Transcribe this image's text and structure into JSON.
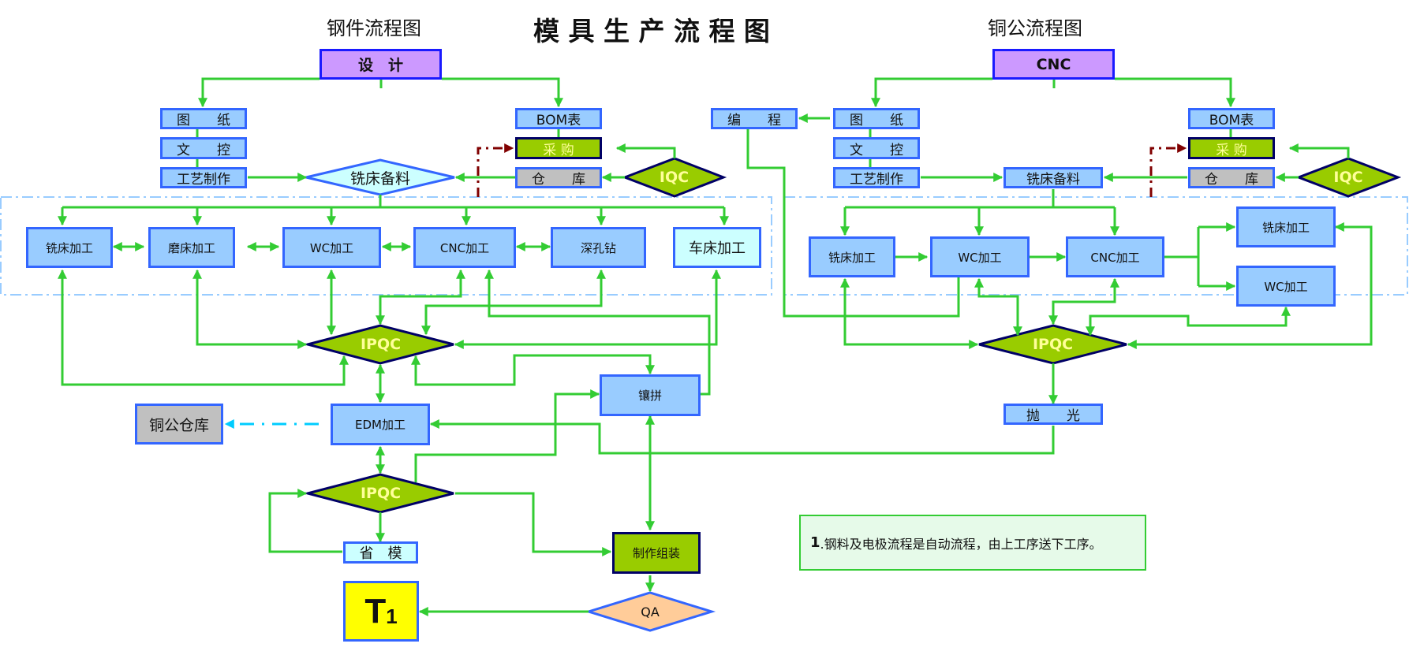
{
  "titles": {
    "main": "模 具 生 产 流 程 图",
    "steel_flow": "钢件流程图",
    "copper_flow": "铜公流程图"
  },
  "colors": {
    "connector_green": "#33cc33",
    "box_fill_blue": "#99ccff",
    "box_border_blue": "#3366ff",
    "start_fill_purple": "#cc99ff",
    "check_fill_olive": "#99cc00",
    "check_border_navy": "#000066",
    "check_text": "#ffff99",
    "warehouse_gray": "#c0c0c0",
    "lathe_cyan": "#ccffff",
    "qa_fill": "#ffcc99",
    "t1_fill": "#ffff00",
    "purchase_dash": "#800000",
    "copper_dash": "#00ccff",
    "group_dash": "#99ccff"
  },
  "steel": {
    "design": "设　计",
    "drawing": "图　　纸",
    "doc_control": "文　　控",
    "process": "工艺制作",
    "bom": "BOM表",
    "purchase": "采 购",
    "warehouse": "仓　　库",
    "iqc": "IQC",
    "mill_prep": "铣床备料",
    "machining": [
      {
        "id": "mill",
        "label": "铣床加工"
      },
      {
        "id": "grind",
        "label": "磨床加工"
      },
      {
        "id": "wc",
        "label": "WC加工"
      },
      {
        "id": "cnc",
        "label": "CNC加工"
      },
      {
        "id": "drill",
        "label": "深孔钻"
      },
      {
        "id": "lathe",
        "label": "车床加工"
      }
    ],
    "ipqc1": "IPQC",
    "insert": "镶拼",
    "edm": "EDM加工",
    "copper_store": "铜公仓库",
    "ipqc2": "IPQC",
    "save_mold": "省　模",
    "assembly": "制作组装",
    "qa": "QA",
    "t1_main": "T",
    "t1_sub": "1"
  },
  "copper": {
    "cnc": "CNC",
    "programming": "编　　程",
    "drawing": "图　　纸",
    "doc_control": "文　　控",
    "process": "工艺制作",
    "mill_prep": "铣床备料",
    "bom": "BOM表",
    "purchase": "采 购",
    "warehouse": "仓　　库",
    "iqc": "IQC",
    "machining": [
      {
        "id": "mill",
        "label": "铣床加工"
      },
      {
        "id": "wc",
        "label": "WC加工"
      },
      {
        "id": "cnc",
        "label": "CNC加工"
      },
      {
        "id": "mill2",
        "label": "铣床加工"
      },
      {
        "id": "wc2",
        "label": "WC加工"
      }
    ],
    "ipqc": "IPQC",
    "polish": "抛　　光"
  },
  "note": {
    "number": "1",
    "text": ".钢料及电极流程是自动流程，由上工序送下工序。"
  }
}
